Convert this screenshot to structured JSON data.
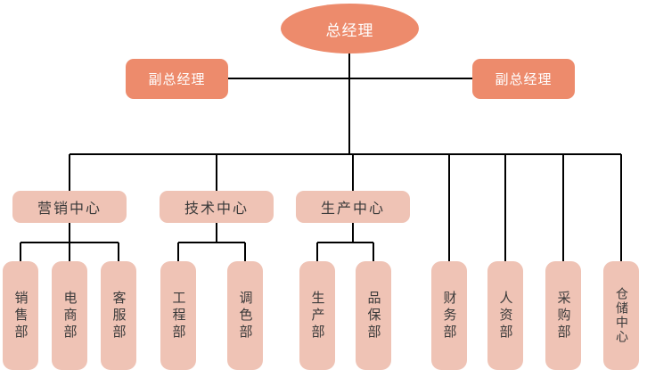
{
  "chart": {
    "title_text": "",
    "colors": {
      "top_level_fill": "#ED8B6C",
      "top_level_text": "#ffffff",
      "sub_level_fill": "#EFC3B5",
      "sub_level_text": "#3a3a3a",
      "connector_line": "#000000",
      "background": "#ffffff"
    },
    "ceo": {
      "label": "总经理",
      "shape": "ellipse"
    },
    "deputies": [
      {
        "label": "副总经理",
        "position": "left"
      },
      {
        "label": "副总经理",
        "position": "right"
      }
    ],
    "centers": [
      {
        "label": "营销中心"
      },
      {
        "label": "技术中心"
      },
      {
        "label": "生产中心"
      }
    ],
    "departments": [
      {
        "label": "销售部",
        "parent": "营销中心"
      },
      {
        "label": "电商部",
        "parent": "营销中心"
      },
      {
        "label": "客服部",
        "parent": "营销中心"
      },
      {
        "label": "工程部",
        "parent": "技术中心"
      },
      {
        "label": "调色部",
        "parent": "技术中心"
      },
      {
        "label": "生产部",
        "parent": "生产中心"
      },
      {
        "label": "品保部",
        "parent": "生产中心"
      },
      {
        "label": "财务部",
        "parent": "总经理"
      },
      {
        "label": "人资部",
        "parent": "总经理"
      },
      {
        "label": "采购部",
        "parent": "总经理"
      },
      {
        "label": "仓储中心",
        "parent": "总经理"
      }
    ]
  }
}
